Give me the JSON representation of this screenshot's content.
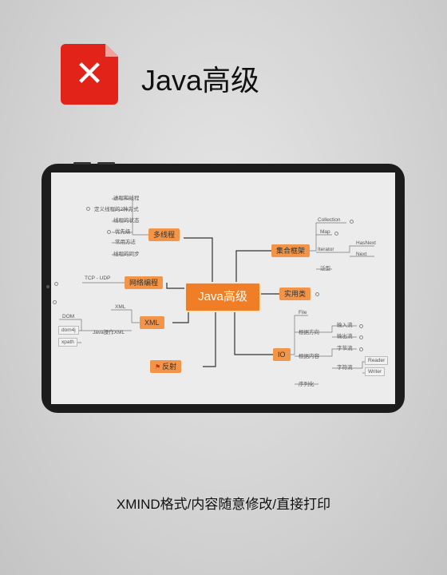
{
  "header": {
    "app_icon": "xmind-x-icon",
    "title": "Java高级"
  },
  "mindmap": {
    "central": "Java高级",
    "left": [
      {
        "label": "多线程",
        "children": [
          "进程和线程",
          "定义线程的2种方式",
          "线程的状态",
          "优先级",
          "常用方法",
          "线程的同步"
        ]
      },
      {
        "label": "网络编程",
        "children": [
          "TCP - UDP"
        ]
      },
      {
        "label": "XML",
        "children": [
          "XML",
          "Java操作XML",
          "DOM",
          "dom4j",
          "xpath"
        ]
      },
      {
        "label": "反射",
        "icon": "flag-icon",
        "children": []
      }
    ],
    "right": [
      {
        "label": "集合框架",
        "children": [
          "Collection",
          "Map",
          "Iterator",
          "HasNext",
          "Next",
          "泛型"
        ]
      },
      {
        "label": "实用类",
        "children": []
      },
      {
        "label": "IO",
        "children": [
          "File",
          "根据方向",
          "输入流",
          "输出流",
          "根据内容",
          "字节流",
          "字符流",
          "Reader",
          "Writer",
          "序列化"
        ]
      }
    ]
  },
  "colors": {
    "main_topic": "#f29548",
    "central_topic": "#f07e26",
    "logo": "#e2231a"
  },
  "footer": {
    "caption": "XMIND格式/内容随意修改/直接打印"
  }
}
